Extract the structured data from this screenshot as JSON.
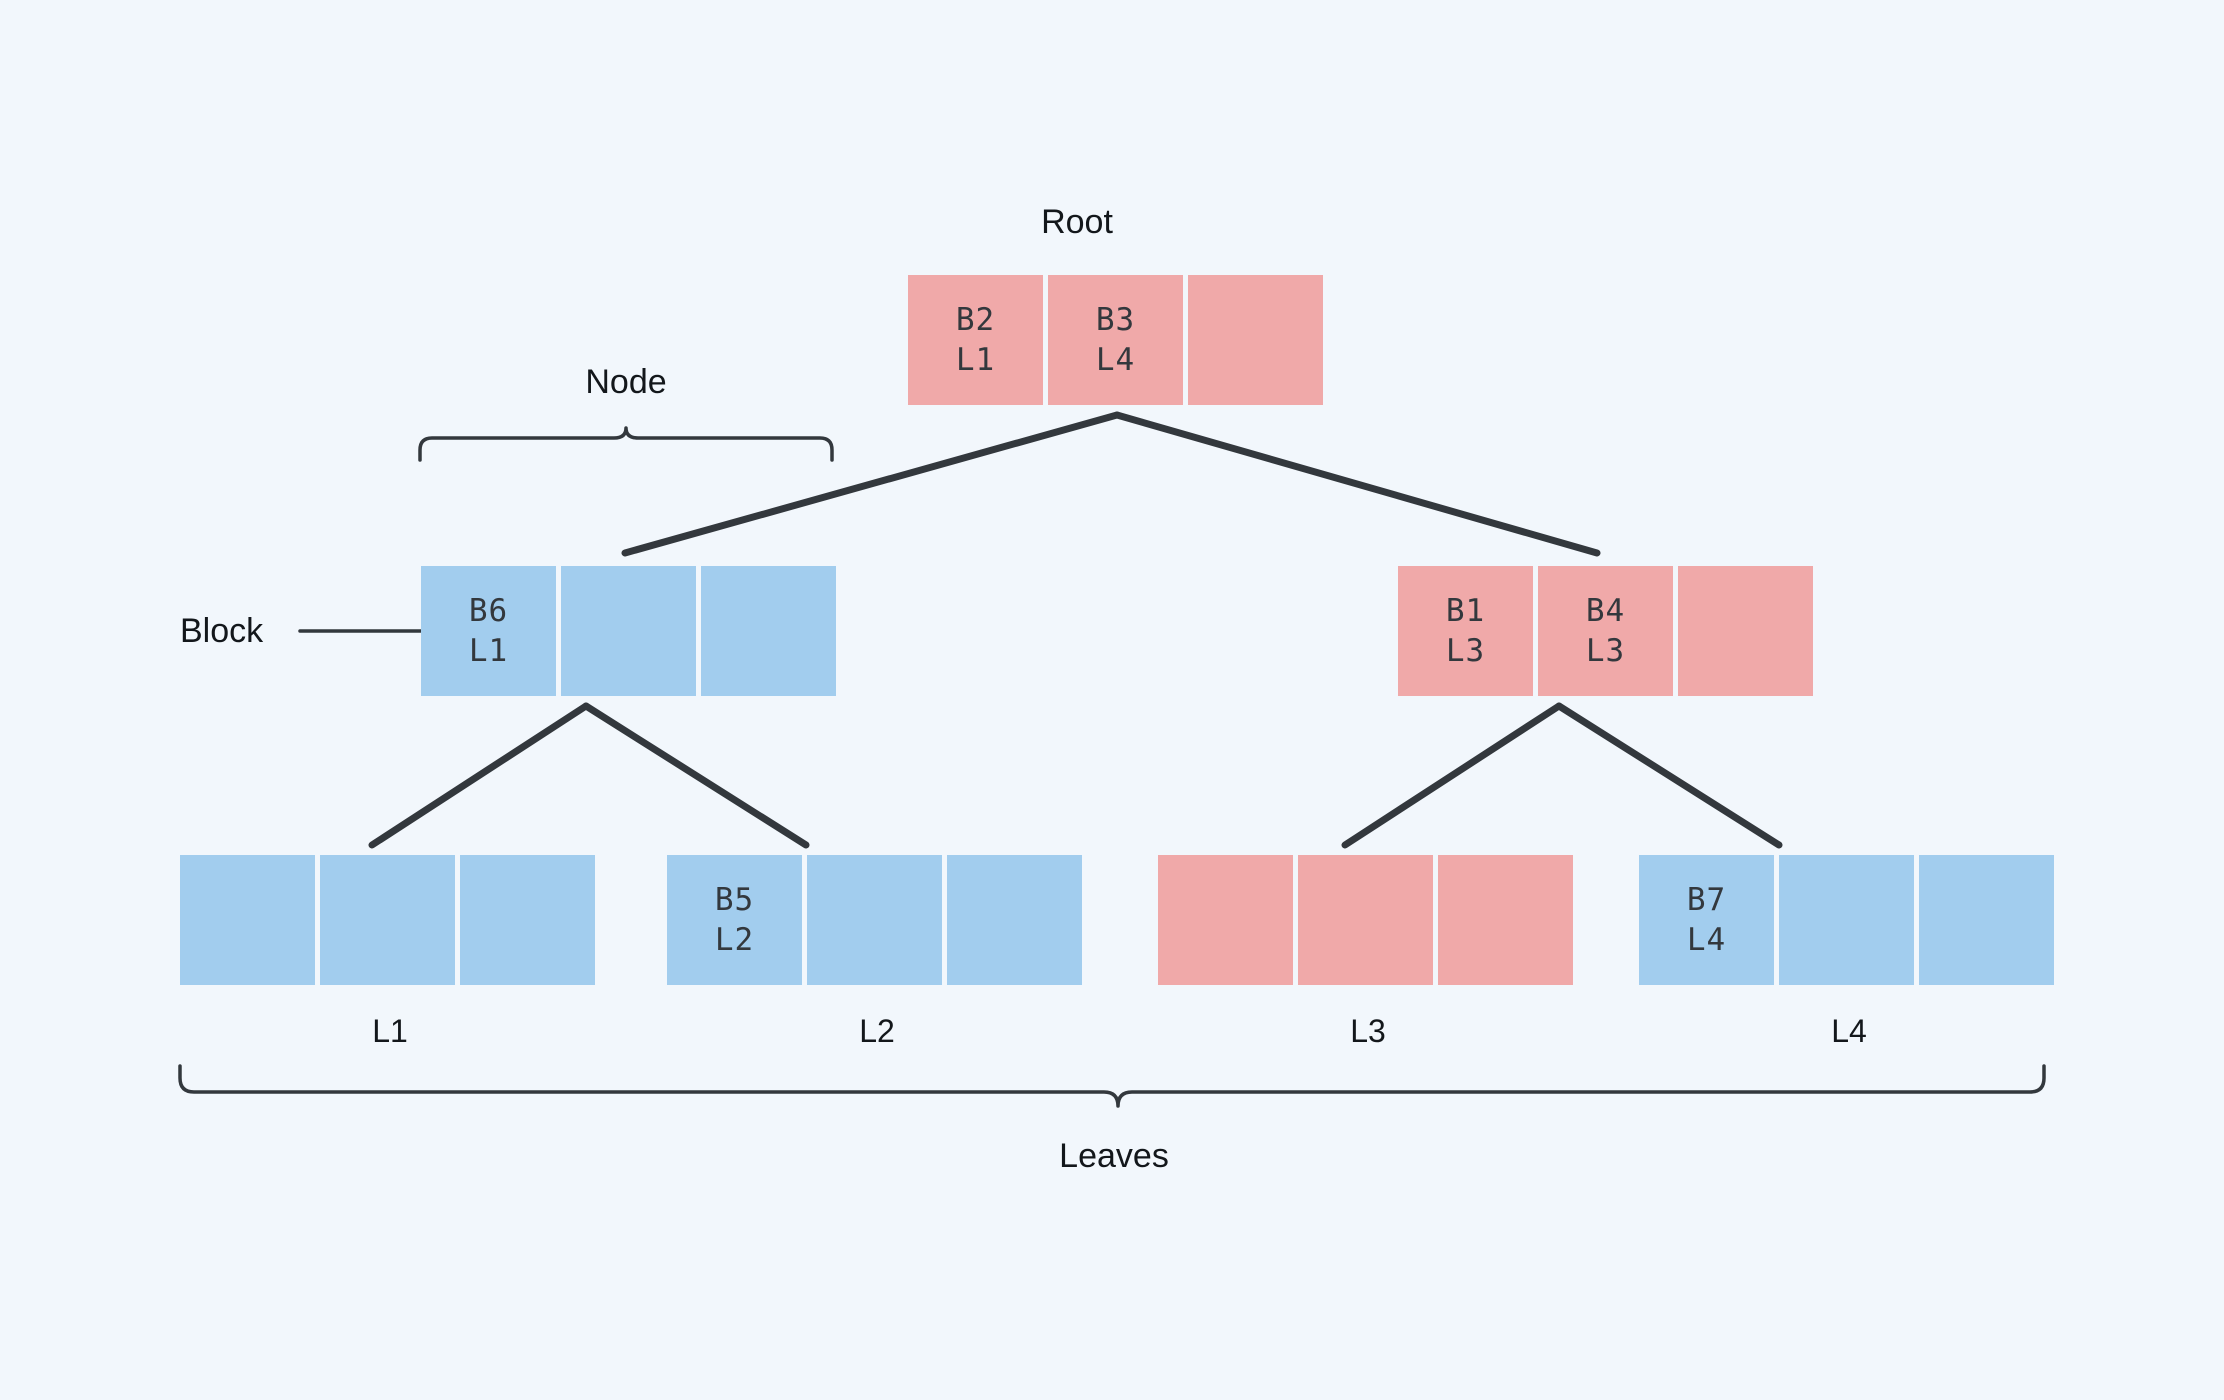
{
  "diagram": {
    "title_root": "Root",
    "label_node": "Node",
    "label_block": "Block",
    "label_leaves": "Leaves",
    "colors": {
      "background": "#f2f7fc",
      "pink": "#f0a9a9",
      "blue": "#a2cdee",
      "stroke": "#33383d",
      "text": "#13171b"
    }
  },
  "root": {
    "name": "Root",
    "cells": [
      {
        "top": "B2",
        "bottom": "L1",
        "color": "pink"
      },
      {
        "top": "B3",
        "bottom": "L4",
        "color": "pink"
      },
      {
        "top": "",
        "bottom": "",
        "color": "pink"
      }
    ]
  },
  "internal_nodes": [
    {
      "name": "left-node",
      "cells": [
        {
          "top": "B6",
          "bottom": "L1",
          "color": "blue"
        },
        {
          "top": "",
          "bottom": "",
          "color": "blue"
        },
        {
          "top": "",
          "bottom": "",
          "color": "blue"
        }
      ]
    },
    {
      "name": "right-node",
      "cells": [
        {
          "top": "B1",
          "bottom": "L3",
          "color": "pink"
        },
        {
          "top": "B4",
          "bottom": "L3",
          "color": "pink"
        },
        {
          "top": "",
          "bottom": "",
          "color": "pink"
        }
      ]
    }
  ],
  "leaf_groups": [
    {
      "label": "L1",
      "cells": [
        {
          "top": "",
          "bottom": "",
          "color": "blue"
        },
        {
          "top": "",
          "bottom": "",
          "color": "blue"
        },
        {
          "top": "",
          "bottom": "",
          "color": "blue"
        }
      ]
    },
    {
      "label": "L2",
      "cells": [
        {
          "top": "B5",
          "bottom": "L2",
          "color": "blue"
        },
        {
          "top": "",
          "bottom": "",
          "color": "blue"
        },
        {
          "top": "",
          "bottom": "",
          "color": "blue"
        }
      ]
    },
    {
      "label": "L3",
      "cells": [
        {
          "top": "",
          "bottom": "",
          "color": "pink"
        },
        {
          "top": "",
          "bottom": "",
          "color": "pink"
        },
        {
          "top": "",
          "bottom": "",
          "color": "pink"
        }
      ]
    },
    {
      "label": "L4",
      "cells": [
        {
          "top": "B7",
          "bottom": "L4",
          "color": "blue"
        },
        {
          "top": "",
          "bottom": "",
          "color": "blue"
        },
        {
          "top": "",
          "bottom": "",
          "color": "blue"
        }
      ]
    }
  ]
}
